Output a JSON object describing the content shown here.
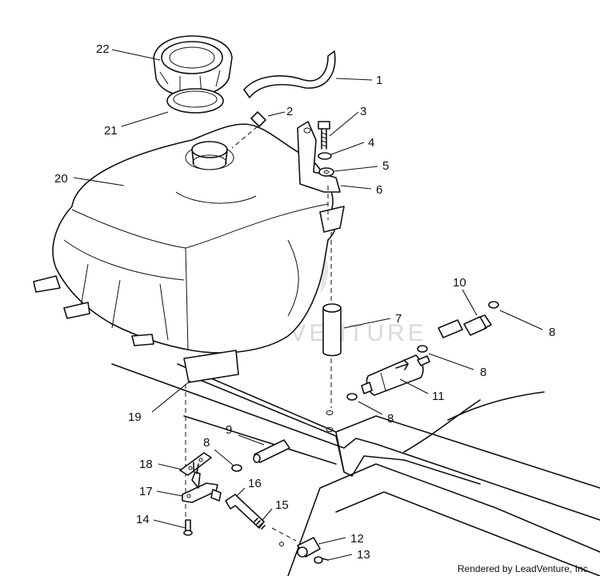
{
  "diagram": {
    "watermark": "LEADVENTURE",
    "credit": "Rendered by LeadVenture, Inc.",
    "callouts": {
      "c1": "1",
      "c2": "2",
      "c3": "3",
      "c4": "4",
      "c5": "5",
      "c6": "6",
      "c7": "7",
      "c8a": "8",
      "c8b": "8",
      "c8c": "8",
      "c8d": "8",
      "c9": "9",
      "c10": "10",
      "c11": "11",
      "c12": "12",
      "c13": "13",
      "c14": "14",
      "c15": "15",
      "c16": "16",
      "c17": "17",
      "c18": "18",
      "c19": "19",
      "c20": "20",
      "c21": "21",
      "c22": "22"
    }
  }
}
